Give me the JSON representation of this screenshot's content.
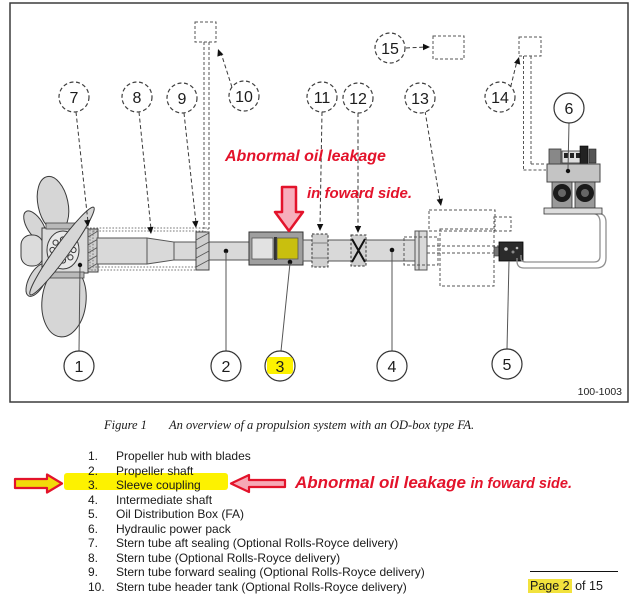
{
  "figure": {
    "caption_label": "Figure 1",
    "caption_text": "An overview of a propulsion system with an OD-box type FA.",
    "drawing_code": "100-1003"
  },
  "annotations": {
    "diagram_line1": "Abnormal oil leakage",
    "diagram_line2": "in foward side.",
    "list_line1": "Abnormal oil leakage",
    "list_line2": "in foward side.",
    "accent_red": "#e3132b",
    "arrow_pink": "#f6a9b6",
    "arrow_yellow": "#f2da0a",
    "highlight_yellow": "#fdf200",
    "coupling_highlight": "#c9bf0e",
    "page_highlight": "#f2e23d"
  },
  "callouts": {
    "n1": "1",
    "n2": "2",
    "n3": "3",
    "n4": "4",
    "n5": "5",
    "n6": "6",
    "n7": "7",
    "n8": "8",
    "n9": "9",
    "n10": "10",
    "n11": "11",
    "n12": "12",
    "n13": "13",
    "n14": "14",
    "n15": "15"
  },
  "parts": [
    {
      "num": "1.",
      "label": "Propeller hub with blades"
    },
    {
      "num": "2.",
      "label": "Propeller shaft"
    },
    {
      "num": "3.",
      "label": "Sleeve coupling"
    },
    {
      "num": "4.",
      "label": "Intermediate shaft"
    },
    {
      "num": "5.",
      "label": "Oil Distribution Box (FA)"
    },
    {
      "num": "6.",
      "label": "Hydraulic power pack"
    },
    {
      "num": "7.",
      "label": "Stern tube aft sealing (Optional Rolls-Royce delivery)"
    },
    {
      "num": "8.",
      "label": "Stern tube (Optional Rolls-Royce delivery)"
    },
    {
      "num": "9.",
      "label": "Stern tube forward sealing (Optional Rolls-Royce delivery)"
    },
    {
      "num": "10.",
      "label": "Stern tube header tank (Optional Rolls-Royce delivery)"
    }
  ],
  "footer": {
    "page_label": "Page 2",
    "page_suffix": " of 15"
  }
}
